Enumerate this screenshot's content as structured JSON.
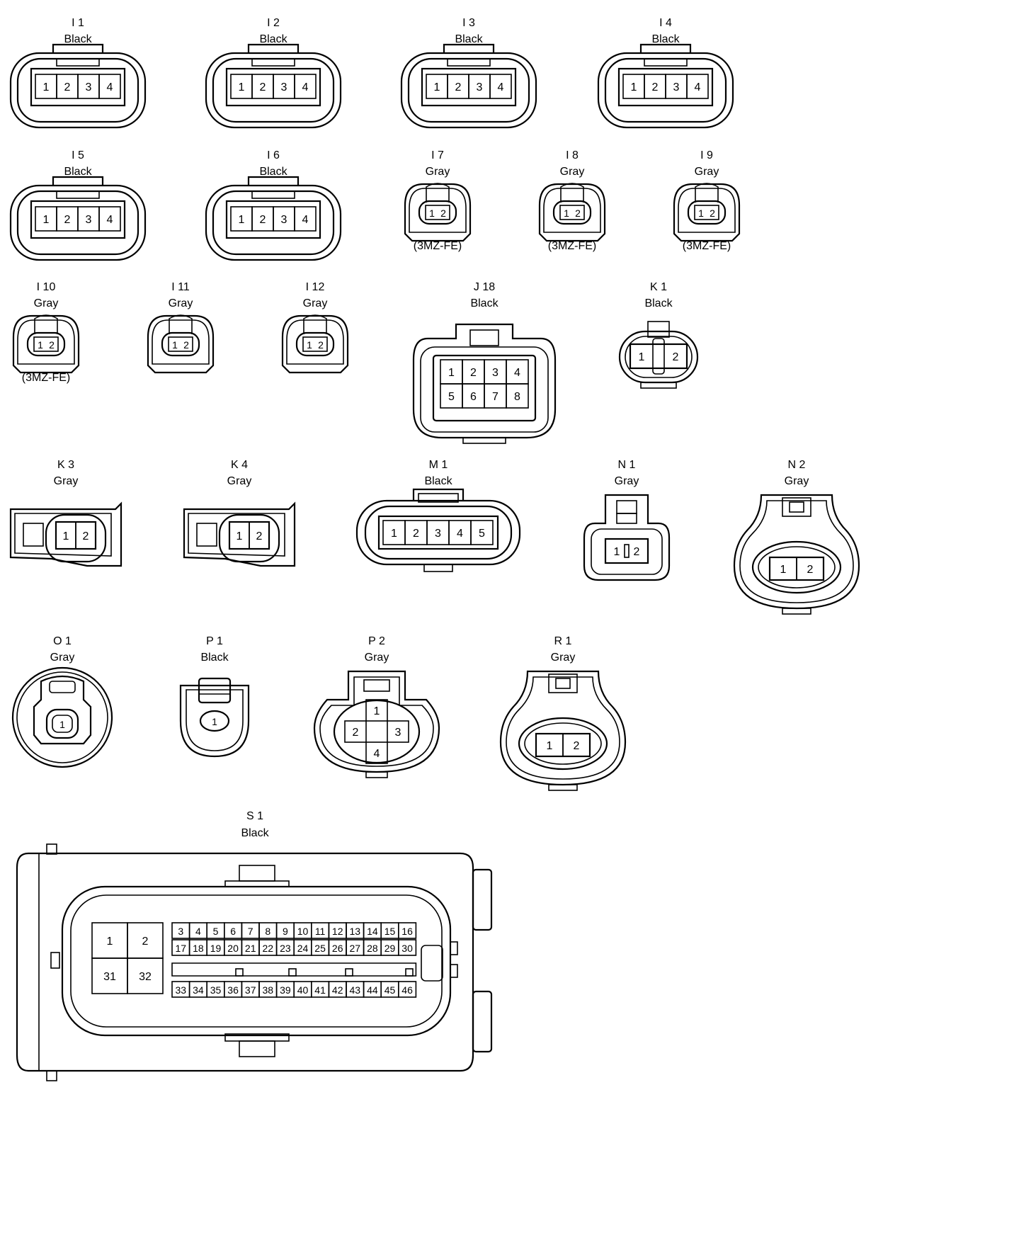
{
  "connectors": [
    {
      "id": "I 1",
      "color": "Black",
      "type": "rect4",
      "pins": [
        "1",
        "2",
        "3",
        "4"
      ],
      "note": ""
    },
    {
      "id": "I 2",
      "color": "Black",
      "type": "rect4",
      "pins": [
        "1",
        "2",
        "3",
        "4"
      ],
      "note": ""
    },
    {
      "id": "I 3",
      "color": "Black",
      "type": "rect4",
      "pins": [
        "1",
        "2",
        "3",
        "4"
      ],
      "note": ""
    },
    {
      "id": "I 4",
      "color": "Black",
      "type": "rect4",
      "pins": [
        "1",
        "2",
        "3",
        "4"
      ],
      "note": ""
    },
    {
      "id": "I 5",
      "color": "Black",
      "type": "rect4",
      "pins": [
        "1",
        "2",
        "3",
        "4"
      ],
      "note": ""
    },
    {
      "id": "I 6",
      "color": "Black",
      "type": "rect4",
      "pins": [
        "1",
        "2",
        "3",
        "4"
      ],
      "note": ""
    },
    {
      "id": "I 7",
      "color": "Gray",
      "type": "inj2",
      "pins": [
        "1",
        "2"
      ],
      "note": "(3MZ-FE)"
    },
    {
      "id": "I 8",
      "color": "Gray",
      "type": "inj2",
      "pins": [
        "1",
        "2"
      ],
      "note": "(3MZ-FE)"
    },
    {
      "id": "I 9",
      "color": "Gray",
      "type": "inj2",
      "pins": [
        "1",
        "2"
      ],
      "note": "(3MZ-FE)"
    },
    {
      "id": "I 10",
      "color": "Gray",
      "type": "inj2",
      "pins": [
        "1",
        "2"
      ],
      "note": "(3MZ-FE)"
    },
    {
      "id": "I 11",
      "color": "Gray",
      "type": "inj2",
      "pins": [
        "1",
        "2"
      ],
      "note": ""
    },
    {
      "id": "I 12",
      "color": "Gray",
      "type": "inj2",
      "pins": [
        "1",
        "2"
      ],
      "note": ""
    },
    {
      "id": "J 18",
      "color": "Black",
      "type": "box8",
      "pins": [
        "1",
        "2",
        "3",
        "4",
        "5",
        "6",
        "7",
        "8"
      ],
      "note": ""
    },
    {
      "id": "K 1",
      "color": "Black",
      "type": "round2",
      "pins": [
        "1",
        "2"
      ],
      "note": ""
    },
    {
      "id": "K 3",
      "color": "Gray",
      "type": "side2",
      "pins": [
        "1",
        "2"
      ],
      "note": ""
    },
    {
      "id": "K 4",
      "color": "Gray",
      "type": "side2",
      "pins": [
        "1",
        "2"
      ],
      "note": ""
    },
    {
      "id": "M 1",
      "color": "Black",
      "type": "rect5",
      "pins": [
        "1",
        "2",
        "3",
        "4",
        "5"
      ],
      "note": ""
    },
    {
      "id": "N 1",
      "color": "Gray",
      "type": "tall2",
      "pins": [
        "1",
        "2"
      ],
      "note": ""
    },
    {
      "id": "N 2",
      "color": "Gray",
      "type": "bell2",
      "pins": [
        "1",
        "2"
      ],
      "note": ""
    },
    {
      "id": "O 1",
      "color": "Gray",
      "type": "circle1",
      "pins": [
        "1"
      ],
      "note": ""
    },
    {
      "id": "P 1",
      "color": "Black",
      "type": "cup1",
      "pins": [
        "1"
      ],
      "note": ""
    },
    {
      "id": "P 2",
      "color": "Gray",
      "type": "cross4",
      "pins": [
        "1",
        "2",
        "3",
        "4"
      ],
      "note": ""
    },
    {
      "id": "R 1",
      "color": "Gray",
      "type": "bell2",
      "pins": [
        "1",
        "2"
      ],
      "note": ""
    }
  ],
  "ecu": {
    "id": "S 1",
    "color": "Black",
    "big_pins": [
      "1",
      "2",
      "31",
      "32"
    ],
    "row1": [
      "3",
      "4",
      "5",
      "6",
      "7",
      "8",
      "9",
      "10",
      "11",
      "12",
      "13",
      "14",
      "15",
      "16"
    ],
    "row2": [
      "17",
      "18",
      "19",
      "20",
      "21",
      "22",
      "23",
      "24",
      "25",
      "26",
      "27",
      "28",
      "29",
      "30"
    ],
    "row3": [
      "33",
      "34",
      "35",
      "36",
      "37",
      "38",
      "39",
      "40",
      "41",
      "42",
      "43",
      "44",
      "45",
      "46"
    ]
  }
}
